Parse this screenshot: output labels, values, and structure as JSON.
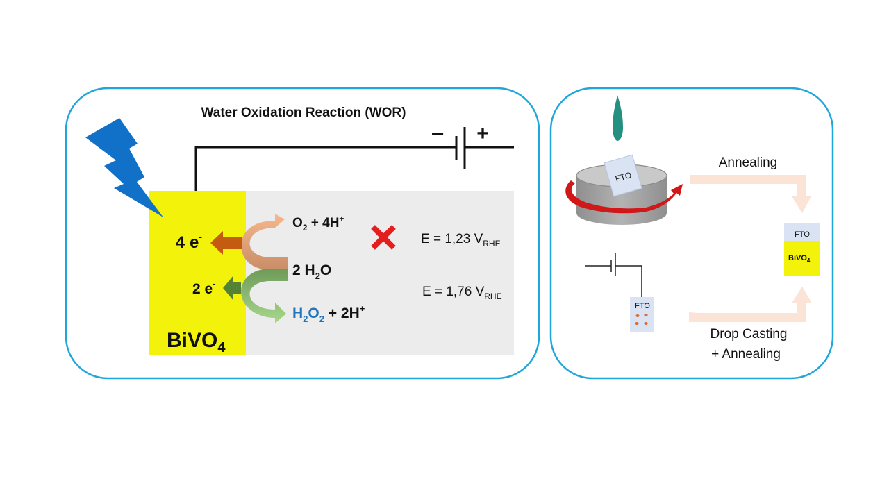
{
  "left_panel": {
    "title": "Water Oxidation Reaction (WOR)",
    "battery": {
      "minus": "−",
      "plus": "+"
    },
    "electrode": {
      "name": "BiVO",
      "name_sub": "4"
    },
    "electrons_4": {
      "text": "4 e",
      "sup": "-"
    },
    "electrons_2": {
      "text": "2 e",
      "sup": "-"
    },
    "o2_product": {
      "a": "O",
      "a_sub": "2",
      "b": " + 4H",
      "b_sup": "+"
    },
    "water": {
      "a": "2 H",
      "a_sub": "2",
      "b": "O"
    },
    "h2o2_product": {
      "a": "H",
      "a_sub": "2",
      "b": "O",
      "b_sub": "2",
      "c": " + 2H",
      "c_sup": "+"
    },
    "potential_o2": {
      "text": "E = 1,23 V",
      "sub": "RHE"
    },
    "potential_h2o2": {
      "text": "E = 1,76 V",
      "sub": "RHE"
    }
  },
  "right_panel": {
    "spin_coat_label": "FTO",
    "annealing_label": "Annealing",
    "electrode_fto": "FTO",
    "electrode_bivo4": {
      "name": "BiVO",
      "name_sub": "4"
    },
    "drop_fto": "FTO",
    "drop_casting_label_1": "Drop Casting",
    "drop_casting_label_2": "+ Annealing"
  },
  "colors": {
    "panel_border": "#1fa7dc",
    "electrode_yellow": "#f2f20a",
    "electrolyte_gray": "#ececec",
    "lightning_blue": "#1170c8",
    "o2_arrow": "#f6b88c",
    "h2o2_arrow": "#9ed284",
    "arrow_4e": "#c55a11",
    "arrow_2e": "#548235",
    "h2o2_text": "#1f74bc",
    "red_x": "#e41e1e",
    "flow_arrow": "#fbe3d6",
    "fto_blue": "#dae3f3",
    "drop_teal": "#239080",
    "spin_red": "#d01818"
  }
}
